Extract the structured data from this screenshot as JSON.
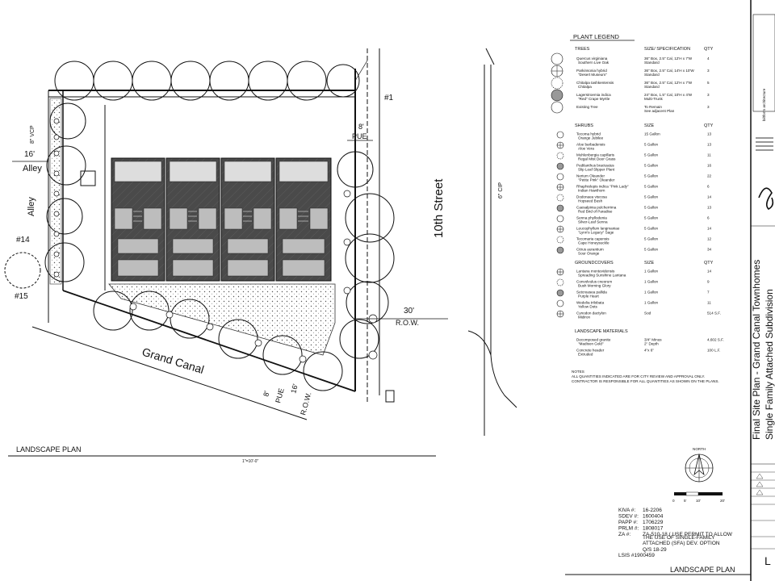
{
  "site": {
    "street_name": "10th Street",
    "canal_name": "Grand Canal",
    "alley_labels": [
      "16'",
      "Alley",
      "Alley"
    ],
    "pue_labels": [
      "8'",
      "PUE",
      "8'",
      "PUE"
    ],
    "row_label": "30'",
    "row_sub": "R.O.W.",
    "row_diag": "16'",
    "row_diag_sub": "R.O.W.",
    "neighbor_labels": [
      "#1",
      "#14",
      "#15"
    ],
    "vcp_label": "8\" VCP",
    "cip_label": "6\" CIP",
    "plan_title": "LANDSCAPE PLAN",
    "scale_note": "1\"=10'-0\""
  },
  "legend": {
    "title": "PLANT LEGEND",
    "trees_header": "TREES",
    "spec_header": "SIZE/ SPECIFICATION",
    "qty_header": "QTY",
    "trees": [
      {
        "name": "Quercus virginiana",
        "common": "Southern Live Oak",
        "spec": "36\" Box, 2.5\" Cal, 12'H x 7'W",
        "sub": "Standard",
        "qty": "4"
      },
      {
        "name": "Parkinsonia hybrid",
        "common": "\"Desert Museum\"",
        "spec": "36\" Box, 2.5\" Cal, 14'H x 10'W",
        "sub": "Standard",
        "qty": "3"
      },
      {
        "name": "Chitalpa tashkentensis",
        "common": "Chitalpa",
        "spec": "36\" Box, 2.5\" Cal, 12'H x 7'W",
        "sub": "Standard",
        "qty": "5"
      },
      {
        "name": "Lagerstroemia indica",
        "common": "\"Red\" Crape Myrtle",
        "spec": "24\" Box, 1.5\" Cal, 10'H x 4'W",
        "sub": "Multi-Trunk",
        "qty": "3"
      },
      {
        "name": "Existing Tree",
        "common": "",
        "spec": "To Remain",
        "sub": "See adjacent Plan",
        "qty": "3"
      }
    ],
    "shrubs_header": "SHRUBS",
    "size_header": "SIZE",
    "shrubs": [
      {
        "name": "Tecoma hybrid",
        "common": "Orange Jubilee",
        "size": "15 Gallon",
        "qty": "13"
      },
      {
        "name": "Aloe barbadensis",
        "common": "Aloe Vera",
        "size": "5 Gallon",
        "qty": "13"
      },
      {
        "name": "Muhlenbergia capillaris",
        "common": "Regal Mist Deer Grass",
        "size": "5 Gallon",
        "qty": "11"
      },
      {
        "name": "Pedilanthus bracteatus",
        "common": "Slip Leaf Slipper Plant",
        "size": "5 Gallon",
        "qty": "16"
      },
      {
        "name": "Nerium Oleander",
        "common": "\"Petite Pink\" Oleander",
        "size": "5 Gallon",
        "qty": "22"
      },
      {
        "name": "Rhaphiolepis indica \"Pink Lady\"",
        "common": "Indian Hawthorn",
        "size": "5 Gallon",
        "qty": "6"
      },
      {
        "name": "Dodonaea viscosa",
        "common": "Hopseed Bush",
        "size": "5 Gallon",
        "qty": "14"
      },
      {
        "name": "Caesalpinia pulcherrima",
        "common": "Red Bird of Paradise",
        "size": "5 Gallon",
        "qty": "13"
      },
      {
        "name": "Senna phyllodenia",
        "common": "Silver-Leaf Senna",
        "size": "5 Gallon",
        "qty": "6"
      },
      {
        "name": "Leucophyllum langmaniae",
        "common": "\"Lynn's Legacy\" Sage",
        "size": "5 Gallon",
        "qty": "14"
      },
      {
        "name": "Tecomaria capensis",
        "common": "Cape Honeysuckle",
        "size": "5 Gallon",
        "qty": "12"
      },
      {
        "name": "Citrus aurantium",
        "common": "Sour Orange",
        "size": "5 Gallon",
        "qty": "34"
      }
    ],
    "groundcovers_header": "GROUNDCOVERS",
    "groundcovers": [
      {
        "name": "Lantana montevidensis",
        "common": "Spreading Sunshine Lantana",
        "size": "1 Gallon",
        "qty": "14"
      },
      {
        "name": "Convolvulus cneorum",
        "common": "Bush Morning Glory",
        "size": "1 Gallon",
        "qty": "9"
      },
      {
        "name": "Setcreasea pallida",
        "common": "Purple Heart",
        "size": "1 Gallon",
        "qty": "7"
      },
      {
        "name": "Wedelia trilobata",
        "common": "Yellow Dots",
        "size": "1 Gallon",
        "qty": "11"
      },
      {
        "name": "Cynodon dactylon",
        "common": "Midiron",
        "size": "Sod",
        "qty": "514 S.F."
      }
    ],
    "materials_header": "LANDSCAPE MATERIALS",
    "materials": [
      {
        "name": "Decomposed granite",
        "common": "\"Madison Gold\"",
        "size": "3/4\" Minus",
        "sub": "2\" Depth",
        "qty": "4,602 S.F."
      },
      {
        "name": "Concrete header",
        "common": "Extruded",
        "size": "4\"x 6\"",
        "sub": "",
        "qty": "100 L.F."
      }
    ],
    "notes_title": "NOTES",
    "notes": [
      "ALL QUANTITIES INDICATED ARE FOR CITY REVIEW AND APPROVAL ONLY.",
      "CONTRACTOR IS RESPONSIBLE FOR ALL QUANTITIES AS SHOWN ON THE PLANS."
    ]
  },
  "case_numbers": [
    {
      "label": "KIVA #:",
      "value": "16-2206"
    },
    {
      "label": "SDEV #:",
      "value": "1600404"
    },
    {
      "label": "PAPP #:",
      "value": "1706229"
    },
    {
      "label": "PRLM #:",
      "value": "1808017"
    },
    {
      "label": "ZA #:",
      "value": "ZA-510-18 ( USE PERMIT TO ALLOW"
    }
  ],
  "za_lines": [
    "THE USE OF SINGLE-FAMILY",
    "ATTACHED (SFA) DEV. OPTION"
  ],
  "qs": "Q/S 18-29",
  "lsis": "LSIS #1900459",
  "north_label": "NORTH",
  "scale_ticks": [
    "0",
    "5'",
    "10'",
    "20'"
  ],
  "footer_title": "LANDSCAPE PLAN",
  "title_block": {
    "main_title": "Final Site Plan - Grand Canal Townhomes",
    "sub_title": "Single Family Attached Subdivision",
    "firm_name": "biltform architecture",
    "sheet_label": "L"
  }
}
